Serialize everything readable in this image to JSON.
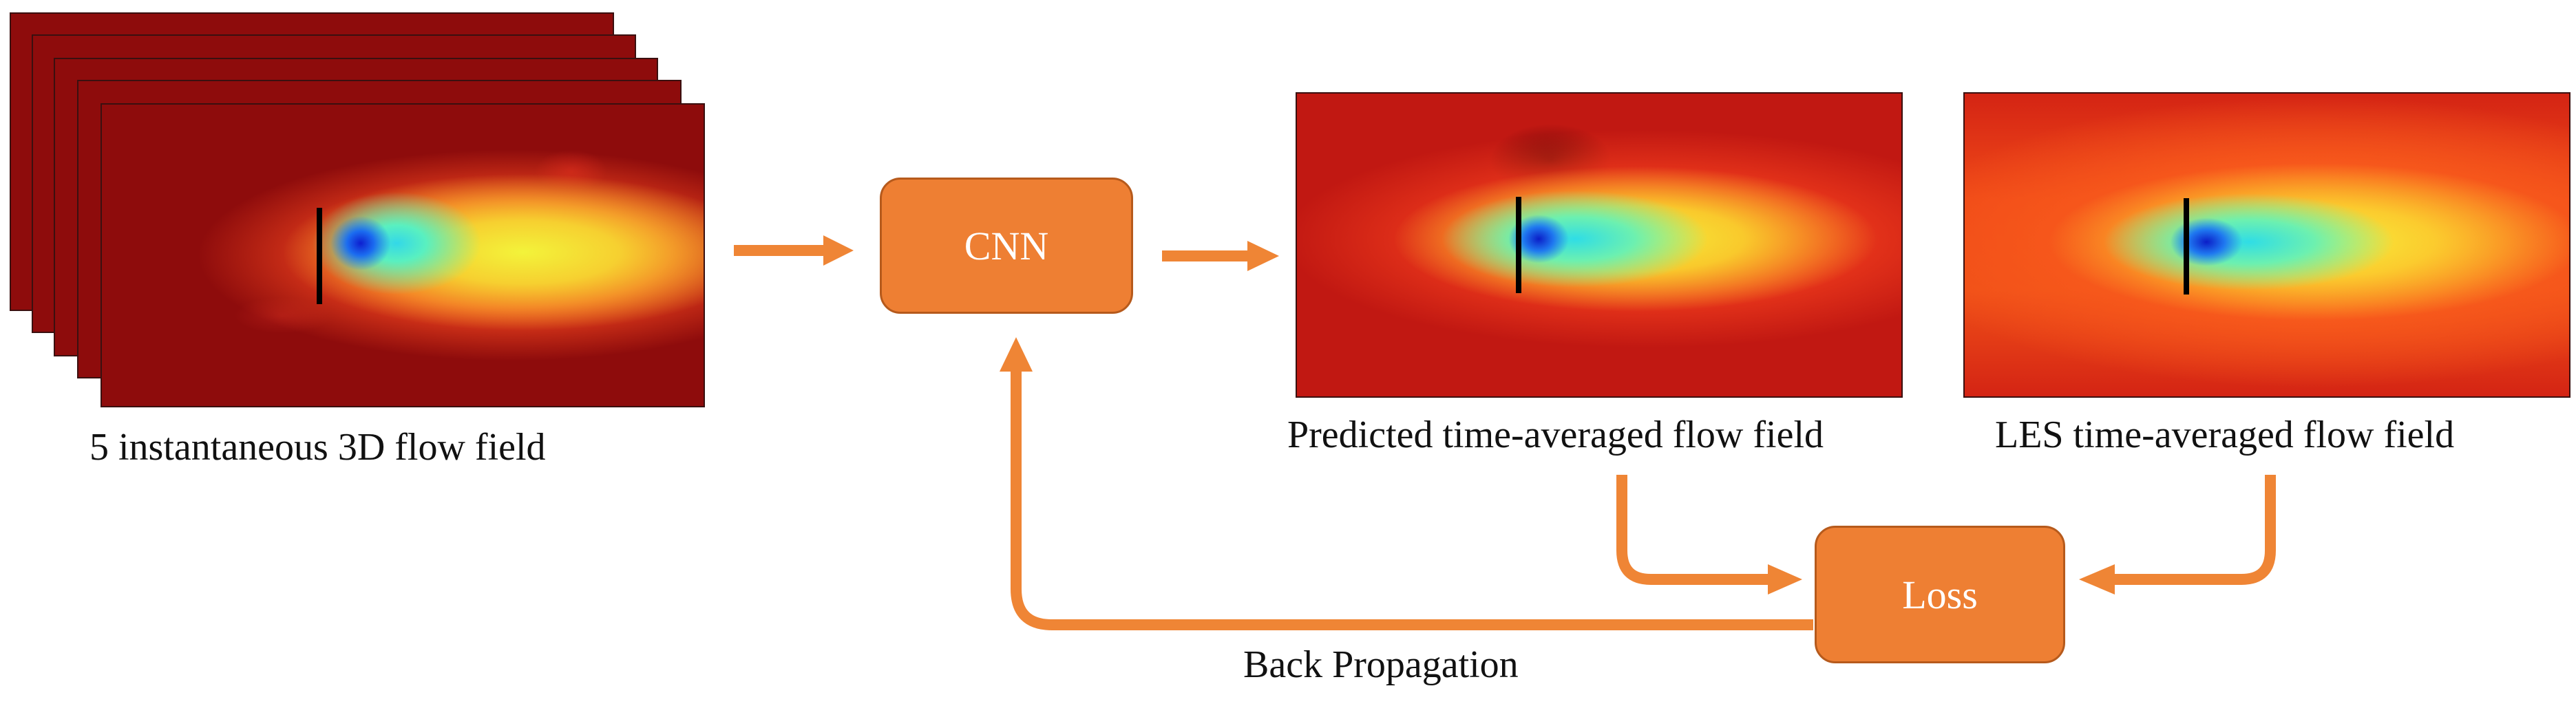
{
  "colors": {
    "accent": "#ee7f33",
    "arrow": "#ef8535",
    "field_dark": "#8e0c0c"
  },
  "input_stack": {
    "label": "5 instantaneous 3D flow field",
    "snapshot_count": 5
  },
  "cnn_box": {
    "label": "CNN"
  },
  "predicted_field": {
    "label": "Predicted time-averaged flow field"
  },
  "les_field": {
    "label": "LES time-averaged flow field"
  },
  "loss_box": {
    "label": "Loss"
  },
  "back_propagation": {
    "label": "Back Propagation"
  }
}
